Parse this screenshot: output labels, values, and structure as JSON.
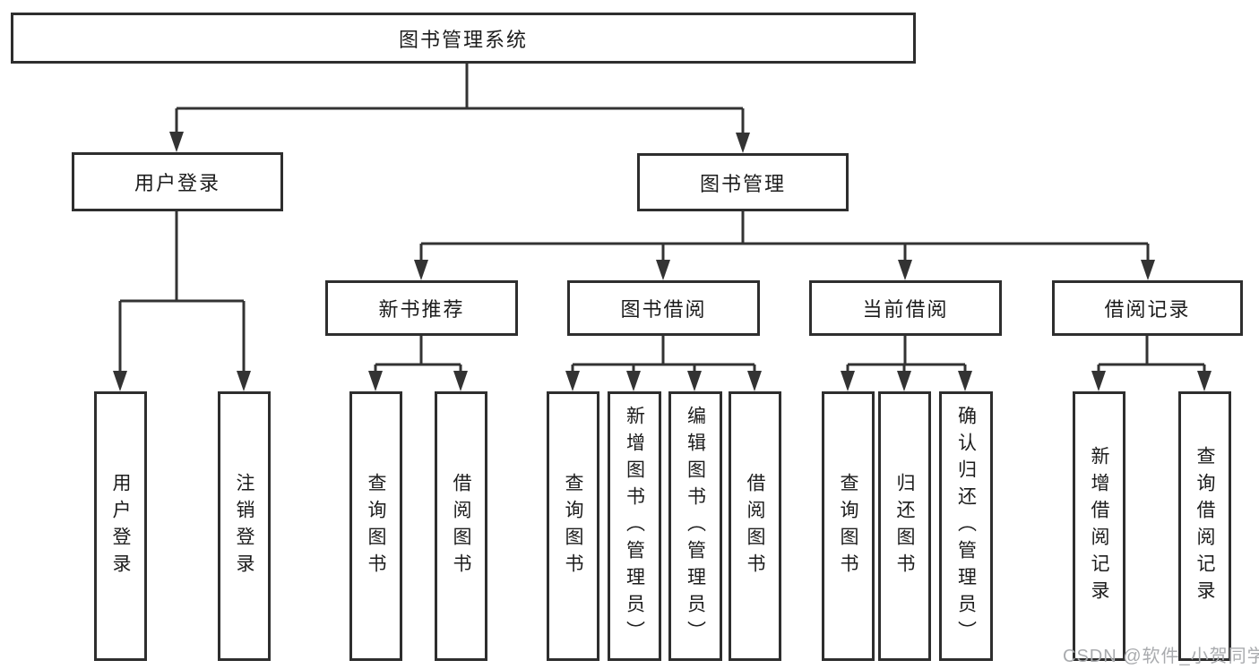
{
  "diagram": {
    "type": "functional-structure-tree",
    "nodes": {
      "root": {
        "label": "图书管理系统"
      },
      "user_login": {
        "label": "用户登录"
      },
      "book_mgmt": {
        "label": "图书管理"
      },
      "new_book_rec": {
        "label": "新书推荐"
      },
      "book_borrow": {
        "label": "图书借阅"
      },
      "current_borrow": {
        "label": "当前借阅"
      },
      "borrow_records": {
        "label": "借阅记录"
      },
      "leaf_user_login": {
        "label": "用户登录"
      },
      "leaf_logout": {
        "label": "注销登录"
      },
      "leaf_nb_query": {
        "label": "查询图书"
      },
      "leaf_nb_borrow": {
        "label": "借阅图书"
      },
      "leaf_bb_query": {
        "label": "查询图书"
      },
      "leaf_bb_add": {
        "label": "新增图书（管理员）"
      },
      "leaf_bb_edit": {
        "label": "编辑图书（管理员）"
      },
      "leaf_bb_borrow": {
        "label": "借阅图书"
      },
      "leaf_cb_query": {
        "label": "查询图书"
      },
      "leaf_cb_return": {
        "label": "归还图书"
      },
      "leaf_cb_confirm": {
        "label": "确认归还（管理员）"
      },
      "leaf_br_add": {
        "label": "新增借阅记录"
      },
      "leaf_br_query": {
        "label": "查询借阅记录"
      }
    },
    "colors": {
      "background": "#ffffff",
      "line": "#333333",
      "box_border": "#2e2e2e",
      "text": "#1c1c1c",
      "watermark": "#a9abae"
    }
  },
  "watermark": {
    "text": "CSDN @软件_小贺同学"
  }
}
